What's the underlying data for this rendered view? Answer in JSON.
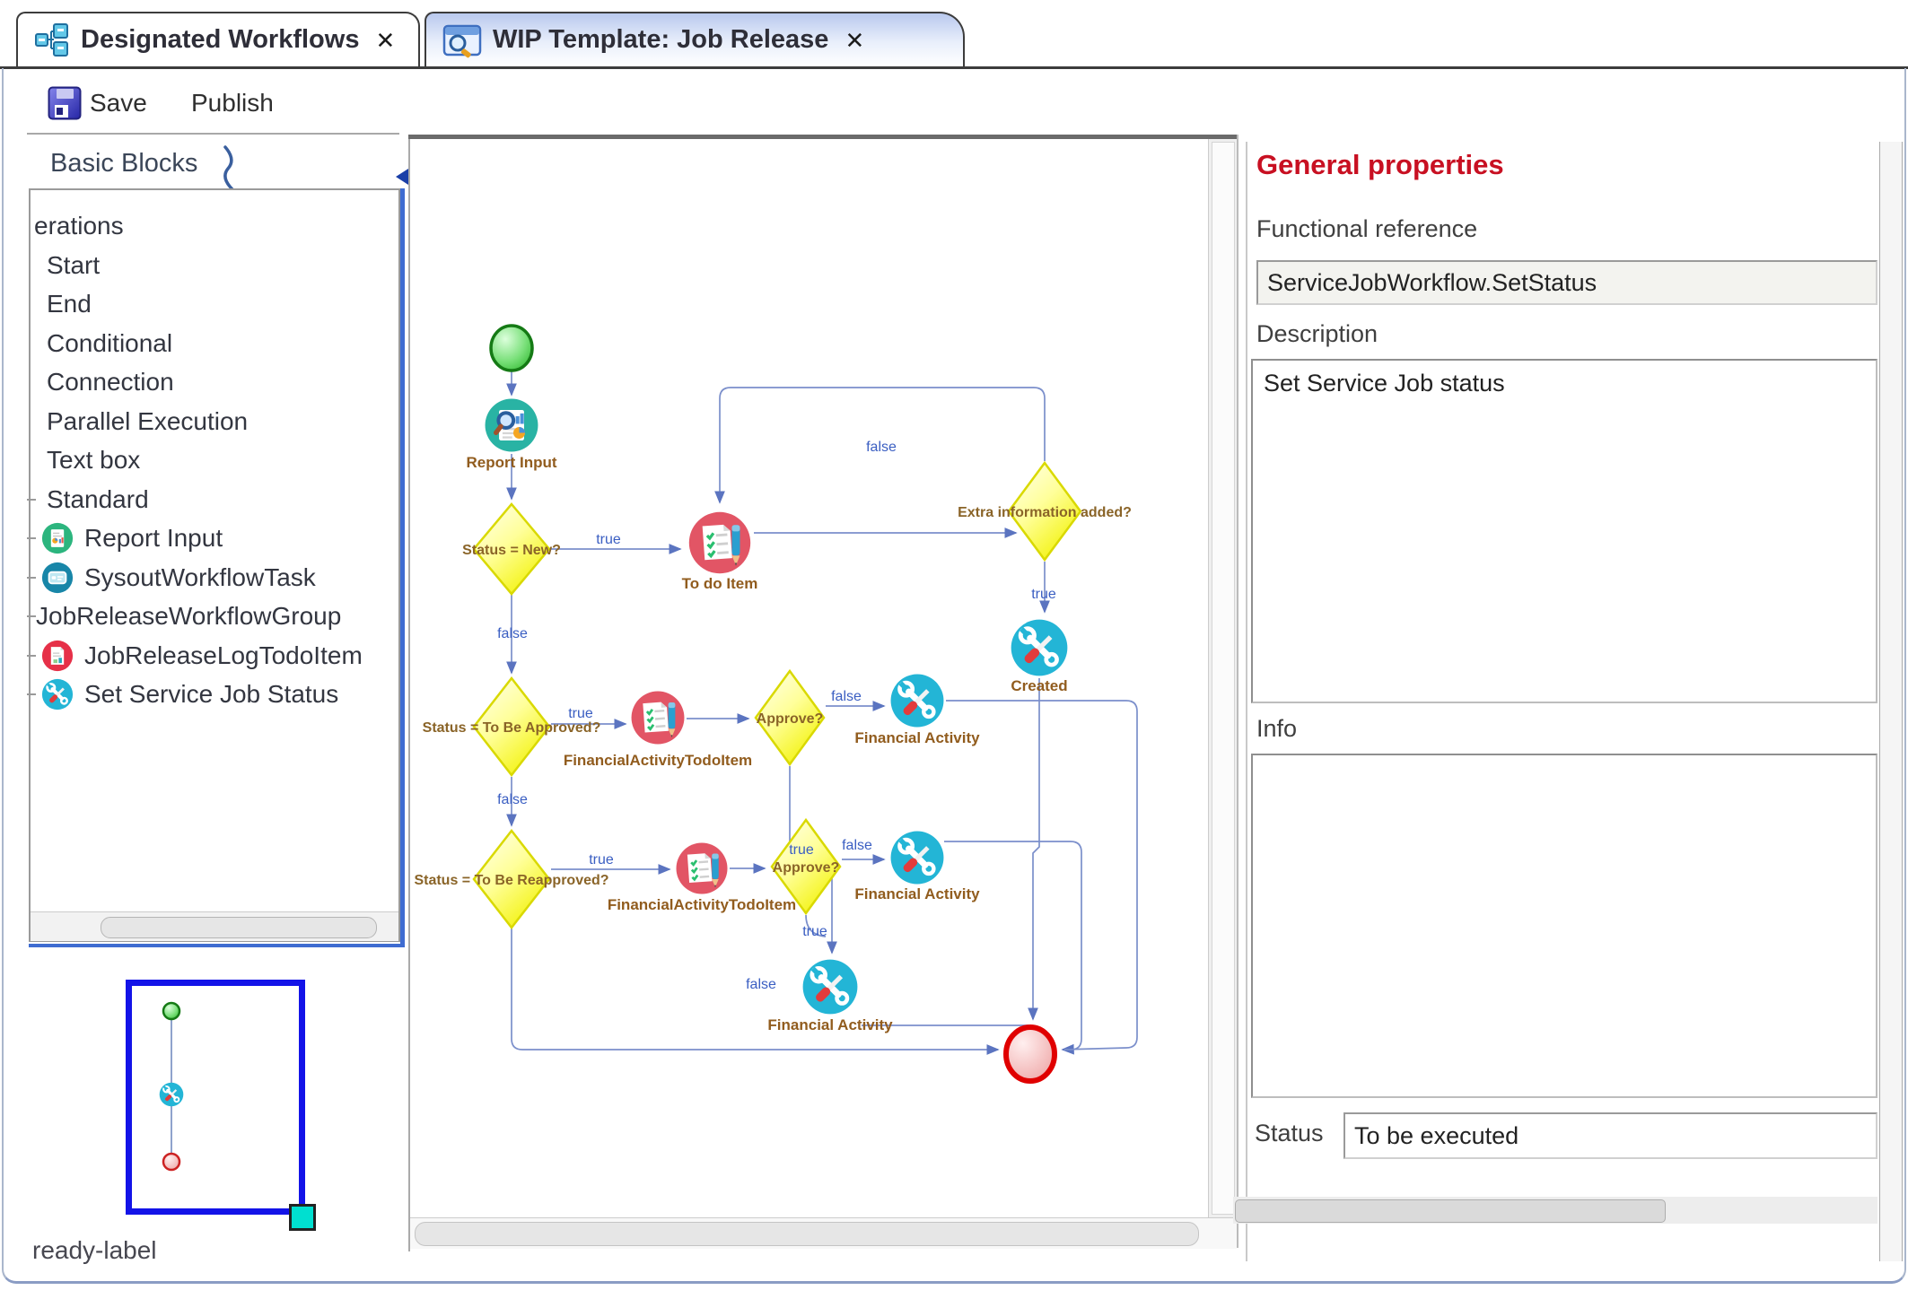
{
  "tabs": [
    {
      "label": "Designated Workflows",
      "close": "✕"
    },
    {
      "label": "WIP Template: Job Release",
      "close": "✕"
    }
  ],
  "toolbar": {
    "save": "Save",
    "publish": "Publish"
  },
  "sidebar": {
    "title": "Basic Blocks",
    "items": [
      {
        "label": "erations",
        "icon": null
      },
      {
        "label": "Start",
        "icon": null
      },
      {
        "label": "End",
        "icon": null
      },
      {
        "label": "Conditional",
        "icon": null
      },
      {
        "label": "Connection",
        "icon": null
      },
      {
        "label": "Parallel Execution",
        "icon": null
      },
      {
        "label": "Text box",
        "icon": null
      },
      {
        "label": "Standard",
        "icon": null
      },
      {
        "label": "Report Input",
        "icon": "report-green-icon"
      },
      {
        "label": "SysoutWorkflowTask",
        "icon": "sysout-icon"
      },
      {
        "label": "JobReleaseWorkflowGroup",
        "icon": null
      },
      {
        "label": "JobReleaseLogTodoItem",
        "icon": "doc-red-icon"
      },
      {
        "label": "Set Service Job Status",
        "icon": "tools-icon"
      }
    ]
  },
  "minimap": {
    "label": "ready-label"
  },
  "diagram": {
    "nodes": [
      {
        "id": "start",
        "type": "start",
        "label": ""
      },
      {
        "id": "report-input",
        "type": "task",
        "label": "Report Input"
      },
      {
        "id": "status-new",
        "type": "conditional",
        "label": "Status = New?"
      },
      {
        "id": "todo-item",
        "type": "task",
        "label": "To do Item"
      },
      {
        "id": "extra-info-added",
        "type": "conditional",
        "label": "Extra information added?"
      },
      {
        "id": "created",
        "type": "task",
        "label": "Created"
      },
      {
        "id": "status-to-be-approved",
        "type": "conditional",
        "label": "Status = To Be Approved?"
      },
      {
        "id": "financial-activity-todo-1",
        "type": "task",
        "label": "FinancialActivityTodoItem"
      },
      {
        "id": "approve-1",
        "type": "conditional",
        "label": "Approve?"
      },
      {
        "id": "financial-activity-1",
        "type": "task",
        "label": "Financial Activity"
      },
      {
        "id": "status-to-be-reapproved",
        "type": "conditional",
        "label": "Status = To Be Reapproved?"
      },
      {
        "id": "financial-activity-todo-2",
        "type": "task",
        "label": "FinancialActivityTodoItem"
      },
      {
        "id": "approve-2",
        "type": "conditional",
        "label": "Approve?"
      },
      {
        "id": "financial-activity-2",
        "type": "task",
        "label": "Financial Activity"
      },
      {
        "id": "financial-activity-3",
        "type": "task",
        "label": "Financial Activity"
      },
      {
        "id": "end",
        "type": "end",
        "label": ""
      }
    ],
    "edge_labels": [
      {
        "text": "true"
      },
      {
        "text": "false"
      },
      {
        "text": "true"
      },
      {
        "text": "false"
      },
      {
        "text": "true"
      },
      {
        "text": "false"
      },
      {
        "text": "false"
      },
      {
        "text": "true"
      },
      {
        "text": "true"
      },
      {
        "text": "false"
      },
      {
        "text": "true"
      },
      {
        "text": "false"
      }
    ]
  },
  "properties": {
    "title": "General properties",
    "functional_reference_label": "Functional reference",
    "functional_reference_value": "ServiceJobWorkflow.SetStatus",
    "description_label": "Description",
    "description_value": "Set Service Job status",
    "info_label": "Info",
    "info_value": "",
    "status_label": "Status",
    "status_value": "To be executed"
  },
  "colors": {
    "heading_red": "#c81022",
    "edge_blue": "#7b8fcb",
    "edge_label_blue": "#3a5ec2",
    "node_label_brown": "#915c1e",
    "diamond_yellow": "#f5f500",
    "teal_node": "#29b3a4",
    "red_node": "#e25565",
    "cyan_node": "#23b5d6",
    "minimap_blue": "#1313e8",
    "handle_teal": "#00dfd0"
  }
}
